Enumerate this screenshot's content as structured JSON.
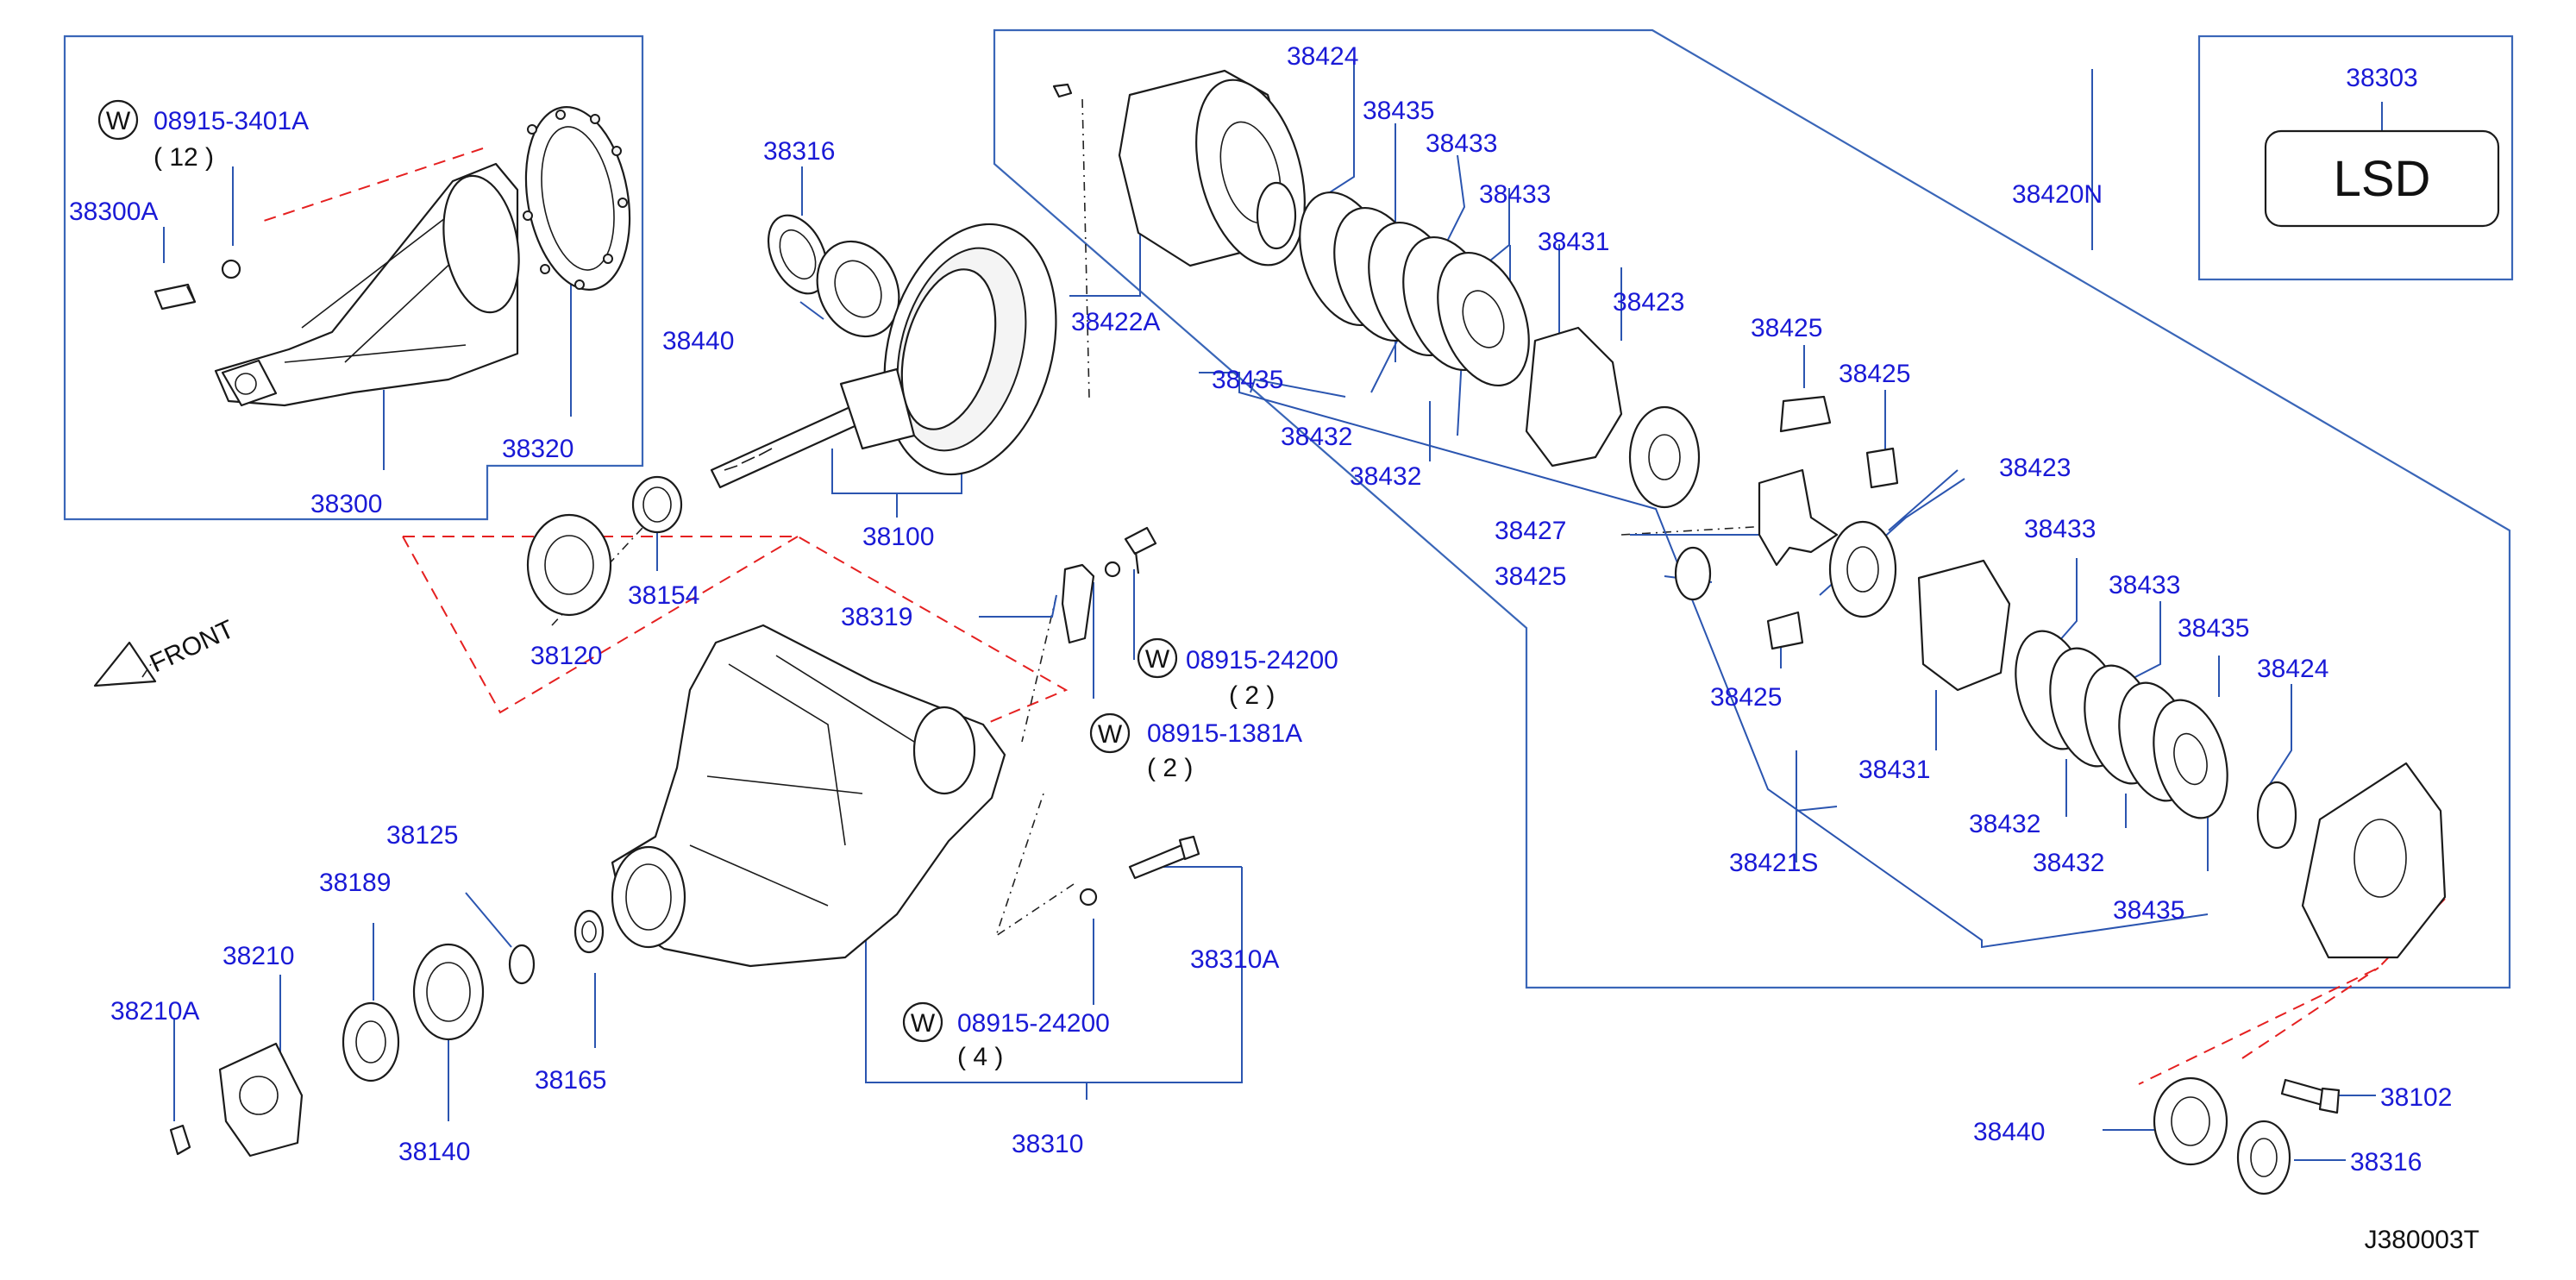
{
  "diagram_id": "J380003T",
  "lsd_box": {
    "part_no": "38303",
    "text": "LSD"
  },
  "front_marker": "FRONT",
  "washer_symbol": "W",
  "callouts": {
    "p38300A": "38300A",
    "p38320": "38320",
    "p38300": "38300",
    "p38316_top": "38316",
    "p38440_top": "38440",
    "p38100": "38100",
    "p38154": "38154",
    "p38120": "38120",
    "p38319": "38319",
    "p38125": "38125",
    "p38189": "38189",
    "p38210": "38210",
    "p38210A": "38210A",
    "p38140": "38140",
    "p38165": "38165",
    "p38310A": "38310A",
    "p38310": "38310",
    "p38424_top": "38424",
    "p38435_a": "38435",
    "p38433_a": "38433",
    "p38433_b": "38433",
    "p38431_top": "38431",
    "p38423_top": "38423",
    "p38425_a": "38425",
    "p38425_b": "38425",
    "p38422A": "38422A",
    "p38435_b": "38435",
    "p38432_a": "38432",
    "p38432_b": "38432",
    "p38420N": "38420N",
    "p38423_mid": "38423",
    "p38427": "38427",
    "p38425_c": "38425",
    "p38425_d": "38425",
    "p38433_c": "38433",
    "p38433_d": "38433",
    "p38435_c": "38435",
    "p38424_bot": "38424",
    "p38431_bot": "38431",
    "p38432_c": "38432",
    "p38432_d": "38432",
    "p38435_d": "38435",
    "p38421S": "38421S",
    "p38440_bot": "38440",
    "p38102": "38102",
    "p38316_bot": "38316"
  },
  "washers": [
    {
      "part_no": "08915-3401A",
      "qty": "( 12 )"
    },
    {
      "part_no": "08915-24200",
      "qty": "( 2 )"
    },
    {
      "part_no": "08915-1381A",
      "qty": "( 2 )"
    },
    {
      "part_no": "08915-24200",
      "qty": "( 4 )"
    }
  ],
  "colors": {
    "callout": "#1a1ad6",
    "frame": "#3a66b8",
    "phantom": "#e52020",
    "ink": "#111111"
  }
}
